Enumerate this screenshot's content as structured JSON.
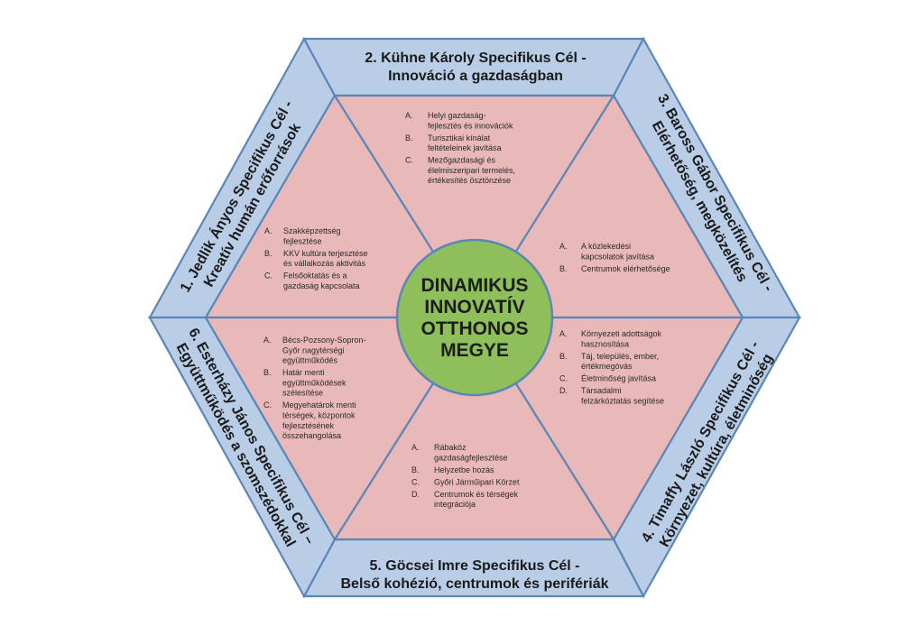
{
  "colors": {
    "band_fill": "#b9cde6",
    "band_stroke": "#5b86b8",
    "segment_fill": "#e9b8b8",
    "segment_stroke": "#5b86b8",
    "center_fill": "#8fbf5a",
    "center_stroke": "#5b86b8",
    "text": "#1a1a1a"
  },
  "center": {
    "lines": [
      "DINAMIKUS",
      "INNOVATÍV",
      "OTTHONOS",
      "MEGYE"
    ]
  },
  "sections": [
    {
      "id": "jedlik",
      "band_title": [
        "1. Jedlik Ányos Specifikus Cél -",
        "Kreatív humán erőforrások"
      ],
      "goals": [
        {
          "letter": "A.",
          "lines": [
            "Szakképzettség",
            "fejlesztése"
          ]
        },
        {
          "letter": "B.",
          "lines": [
            "KKV kultúra terjesztése",
            "és vállalkozás aktivitás"
          ]
        },
        {
          "letter": "C.",
          "lines": [
            "Felsőoktatás és a",
            "gazdaság kapcsolata"
          ]
        }
      ]
    },
    {
      "id": "kuhne",
      "band_title": [
        "2. Kühne Károly Specifikus Cél -",
        "Innováció a gazdaságban"
      ],
      "goals": [
        {
          "letter": "A.",
          "lines": [
            "Helyi gazdaság-",
            "fejlesztés és innovációk"
          ]
        },
        {
          "letter": "B.",
          "lines": [
            "Turisztikai kínálat",
            "feltételeinek javítása"
          ]
        },
        {
          "letter": "C.",
          "lines": [
            "Mezőgazdasági és",
            "élelmiszeripari termelés,",
            "értékesítés ösztönzése"
          ]
        }
      ]
    },
    {
      "id": "baross",
      "band_title": [
        "3. Baross Gábor Specifikus Cél -",
        "Elérhetőség, megközelítés"
      ],
      "goals": [
        {
          "letter": "A.",
          "lines": [
            "A közlekedési",
            "kapcsolatok javítása"
          ]
        },
        {
          "letter": "B.",
          "lines": [
            "Centrumok elérhetősége"
          ]
        }
      ]
    },
    {
      "id": "timaffy",
      "band_title": [
        "4. Timaffy László Specifikus Cél -",
        "Környezet, kultúra, életminőség"
      ],
      "goals": [
        {
          "letter": "A.",
          "lines": [
            "Környezeti adottságok",
            "hasznosítása"
          ]
        },
        {
          "letter": "B.",
          "lines": [
            "Táj, település, ember,",
            "értékmegóvás"
          ]
        },
        {
          "letter": "C.",
          "lines": [
            "Életminőség javítása"
          ]
        },
        {
          "letter": "D.",
          "lines": [
            "Társadalmi",
            "felzárkóztatás segítése"
          ]
        }
      ]
    },
    {
      "id": "gocsei",
      "band_title": [
        "5. Göcsei Imre Specifikus Cél -",
        "Belső kohézió, centrumok és perifériák"
      ],
      "goals": [
        {
          "letter": "A.",
          "lines": [
            "Rábaköz",
            "gazdaságfejlesztése"
          ]
        },
        {
          "letter": "B.",
          "lines": [
            "Helyzetbe hozás"
          ]
        },
        {
          "letter": "C.",
          "lines": [
            "Győri Járműipari Körzet"
          ]
        },
        {
          "letter": "D.",
          "lines": [
            "Centrumok és térségek",
            "integrációja"
          ]
        }
      ]
    },
    {
      "id": "esterhazy",
      "band_title": [
        "6. Esterházy János Specifikus Cél –",
        "Együttműködés a szomszédokkal"
      ],
      "goals": [
        {
          "letter": "A.",
          "lines": [
            "Bécs-Pozsony-Sopron-",
            "Győr nagytérségi",
            "együttműködés"
          ]
        },
        {
          "letter": "B.",
          "lines": [
            "Határ menti",
            "együttműködések",
            "szélesítése"
          ]
        },
        {
          "letter": "C.",
          "lines": [
            "Megyehatárok menti",
            "térségek, központok",
            "fejlesztésének",
            "összehangolása"
          ]
        }
      ]
    }
  ]
}
